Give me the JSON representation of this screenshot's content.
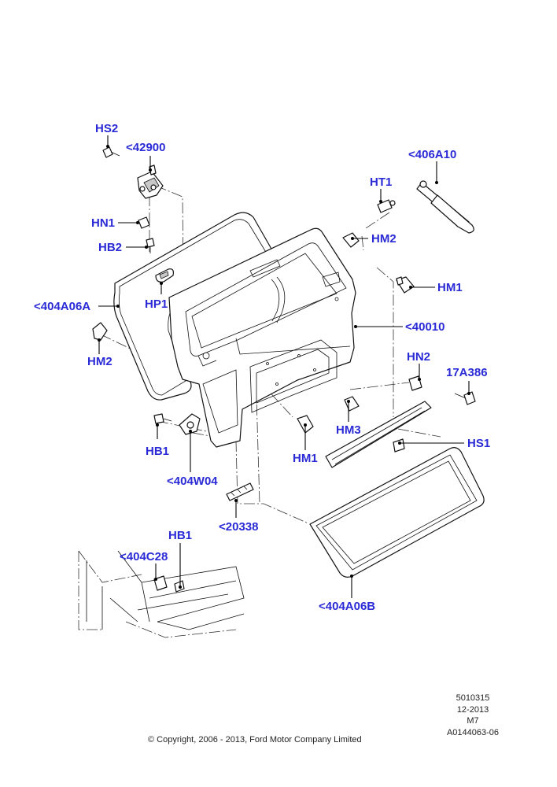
{
  "labels": {
    "hs2": "HS2",
    "p42900": "<42900",
    "hn1": "HN1",
    "hb2": "HB2",
    "p404a06a": "<404A06A",
    "hm2_left": "HM2",
    "hp1": "HP1",
    "hb1_mid": "HB1",
    "p404w04": "<404W04",
    "p20338": "<20338",
    "hb1_low": "HB1",
    "p404c28": "<404C28",
    "p406a10": "<406A10",
    "ht1": "HT1",
    "hm2_right": "HM2",
    "hm1_right": "HM1",
    "p40010": "<40010",
    "hn2": "HN2",
    "p17a386": "17A386",
    "hs1": "HS1",
    "hm3": "HM3",
    "hm1_mid": "HM1",
    "p404a06b": "<404A06B"
  },
  "footer": {
    "copyright": "© Copyright, 2006 - 2013, Ford Motor Company Limited",
    "ref_lines": [
      "5010315",
      "12-2013",
      "M7",
      "A0144063-06"
    ]
  },
  "colors": {
    "callout": "#2a2ad6",
    "line": "#000000"
  }
}
